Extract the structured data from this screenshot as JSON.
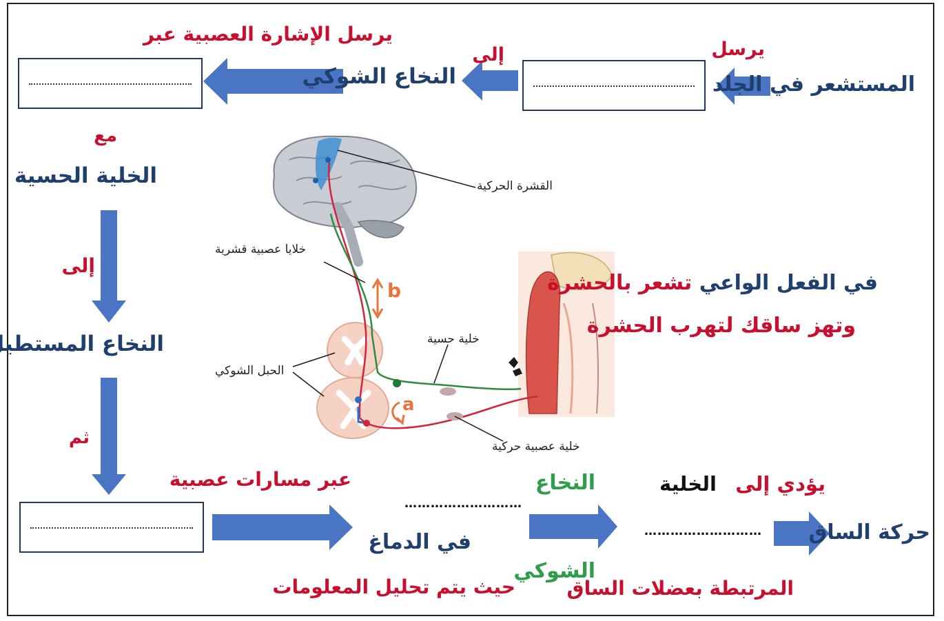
{
  "flow": {
    "receptor": "المستشعر في الجلد",
    "sends": "يرسل",
    "to1": "إلى",
    "spinal_cord": "النخاع الشوكي",
    "sends_signal": "يرسل الإشارة العصبية عبر",
    "with": "مع",
    "sensory_cell": "الخلية الحسية",
    "to2": "إلى",
    "medulla": "النخاع المستطيل",
    "then": "ثم",
    "via_paths": "عبر مسارات عصبية",
    "in_brain": "في الدماغ",
    "where_info": "حيث يتم تحليل المعلومات",
    "spinal_word1": "النخاع",
    "spinal_word2": "الشوكي",
    "cell": "الخلية",
    "connected_muscles": "المرتبطة بعضلات الساق",
    "leads_to": "يؤدي إلى",
    "leg_movement": "حركة الساق",
    "blank": "………………………"
  },
  "note": {
    "line1_a": "في الفعل الواعي",
    "line1_b": "تشعر بالحشرة",
    "line2": "وتهز ساقك لتهرب الحشرة"
  },
  "figure": {
    "motor_cortex": "القشرة الحركية",
    "cortical_neurons": "خلايا عصبية قشرية",
    "spinal_cord": "الحبل الشوكي",
    "sensory_cell": "خلية حسية",
    "motor_neuron": "خلية عصبية حركية",
    "marker_a": "a",
    "marker_b": "b"
  },
  "colors": {
    "arrow": "#4a74c4",
    "navy": "#1f3f6e",
    "red": "#c8102e",
    "green": "#2e9e4a",
    "sensory_path": "#2e8b3e",
    "motor_path": "#d2233c",
    "orange": "#e8743b"
  }
}
